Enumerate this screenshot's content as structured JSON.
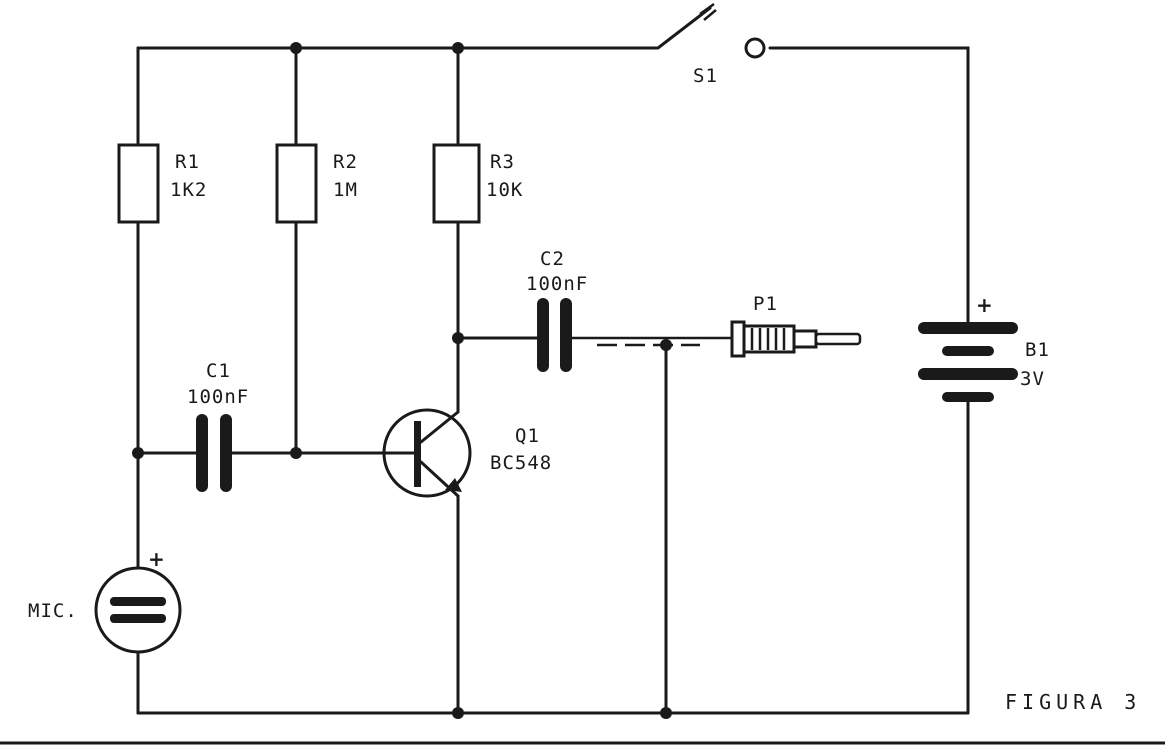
{
  "components": {
    "r1": {
      "ref": "R1",
      "value": "1K2"
    },
    "r2": {
      "ref": "R2",
      "value": "1M"
    },
    "r3": {
      "ref": "R3",
      "value": "10K"
    },
    "c1": {
      "ref": "C1",
      "value": "100nF"
    },
    "c2": {
      "ref": "C2",
      "value": "100nF"
    },
    "q1": {
      "ref": "Q1",
      "value": "BC548"
    },
    "p1": {
      "ref": "P1"
    },
    "b1": {
      "ref": "B1",
      "value": "3V",
      "polarity": "+"
    },
    "s1": {
      "ref": "S1"
    },
    "mic": {
      "ref": "MIC.",
      "polarity": "+"
    }
  },
  "figure_label": "FIGURA 3"
}
